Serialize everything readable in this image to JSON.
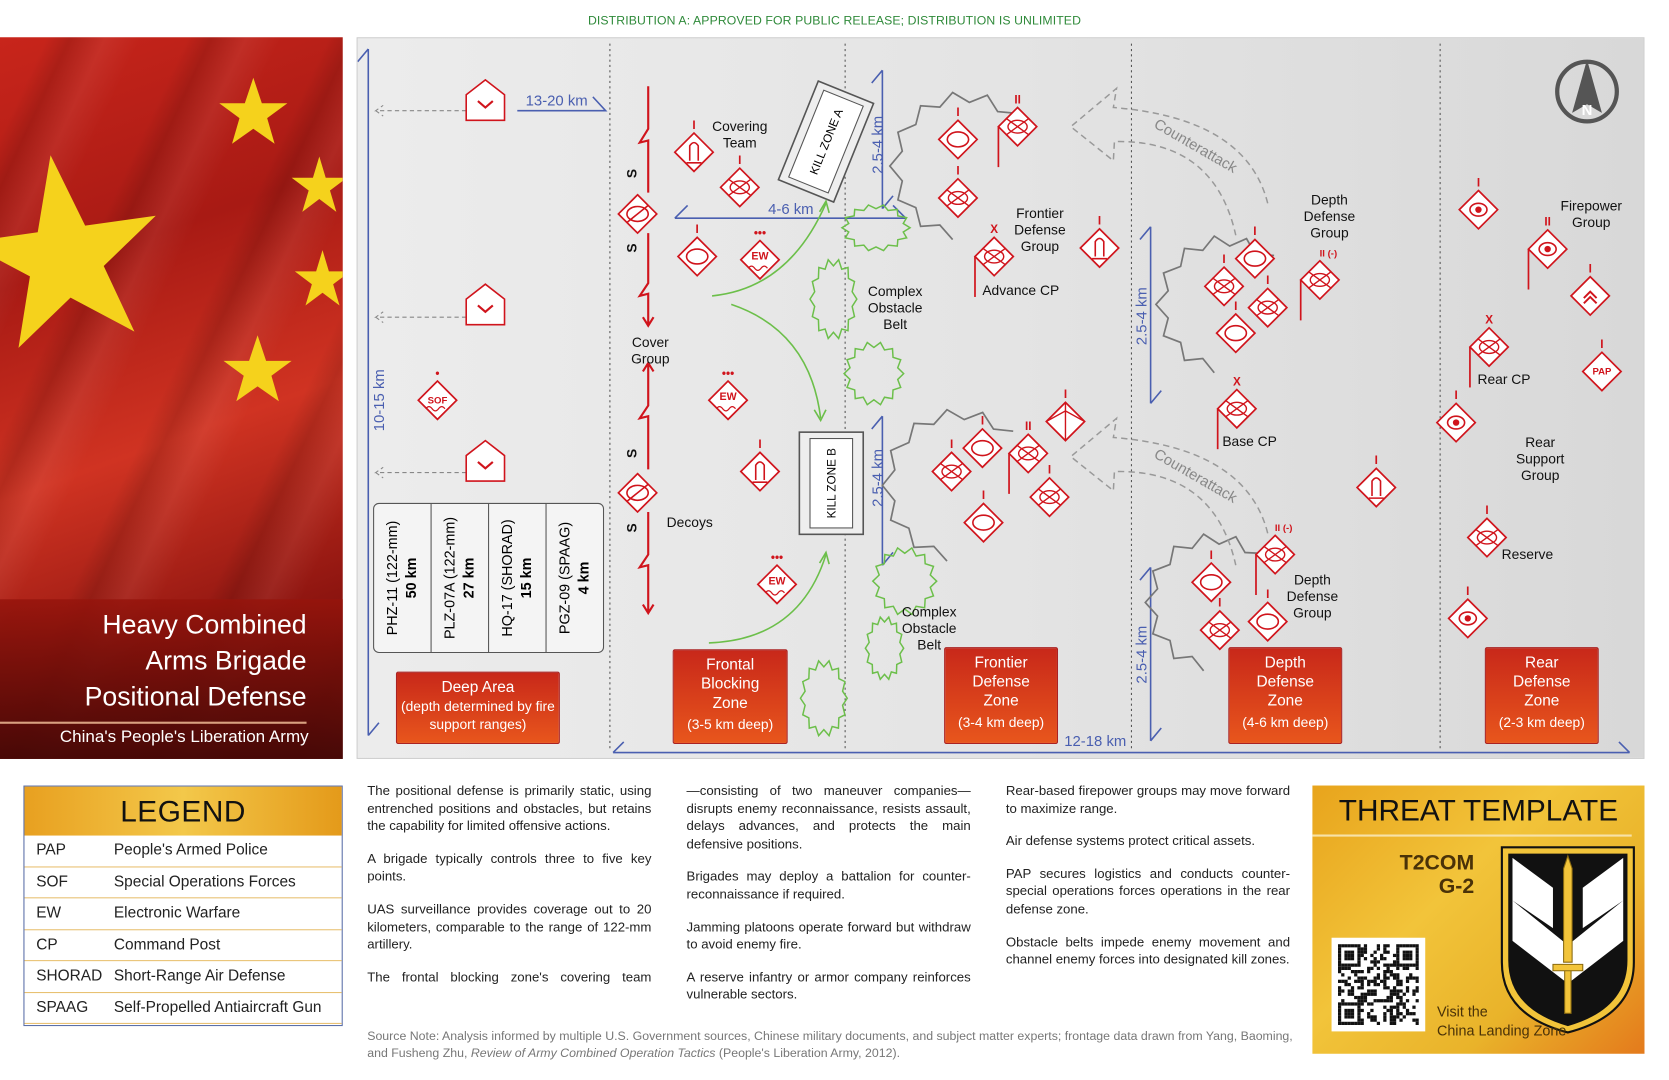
{
  "distribution": "DISTRIBUTION A: APPROVED FOR PUBLIC RELEASE; DISTRIBUTION IS UNLIMITED",
  "title": {
    "line1": "Heavy Combined",
    "line2": "Arms Brigade",
    "line3": "Positional Defense",
    "subtitle": "China's People's Liberation Army"
  },
  "map": {
    "dimensions": {
      "deep_range": "13-20 km",
      "deep_depth": "10-15 km",
      "frontal_width": "4-6 km",
      "frontier_a": "2.5-4 km",
      "frontier_b": "2.5-4 km",
      "depth_a": "2.5-4 km",
      "depth_b": "2.5-4 km",
      "total": "12-18 km"
    },
    "weapons": [
      {
        "name": "PHZ-11 (122-mm)",
        "range": "50 km"
      },
      {
        "name": "PLZ-07A (122-mm)",
        "range": "27 km"
      },
      {
        "name": "HQ-17 (SHORAD)",
        "range": "15 km"
      },
      {
        "name": "PGZ-09 (SPAAG)",
        "range": "4 km"
      }
    ],
    "zones": [
      {
        "name": "Deep Area",
        "depth": "(depth determined by fire support ranges)"
      },
      {
        "name": "Frontal Blocking Zone",
        "depth": "(3-5 km deep)"
      },
      {
        "name": "Frontier Defense Zone",
        "depth": "(3-4 km deep)"
      },
      {
        "name": "Depth Defense Zone",
        "depth": "(4-6 km deep)"
      },
      {
        "name": "Rear Defense Zone",
        "depth": "(2-3 km deep)"
      }
    ],
    "labels": {
      "covering_team": "Covering Team",
      "cover_group": "Cover Group",
      "decoys": "Decoys",
      "kill_zone_a": "KILL ZONE A",
      "kill_zone_b": "KILL ZONE B",
      "obstacle_a": "Complex Obstacle Belt",
      "obstacle_b": "Complex Obstacle Belt",
      "frontier_group": "Frontier Defense Group",
      "advance_cp": "Advance CP",
      "counterattack_a": "Counterattack",
      "counterattack_b": "Counterattack",
      "depth_group_a": "Depth Defense Group",
      "depth_group_b": "Depth Defense Group",
      "base_cp": "Base CP",
      "firepower_group": "Firepower Group",
      "rear_cp": "Rear CP",
      "rear_support": "Rear Support Group",
      "reserve": "Reserve",
      "screen_mark": "S",
      "north": "N"
    },
    "symbols": [
      {
        "type": "uas",
        "ech": ""
      },
      {
        "type": "uas",
        "ech": ""
      },
      {
        "type": "uas",
        "ech": ""
      },
      {
        "type": "sof",
        "ech": "•",
        "txt": "SOF"
      },
      {
        "type": "ad",
        "ech": "I"
      },
      {
        "type": "x",
        "ech": "I"
      },
      {
        "type": "recon",
        "ech": ""
      },
      {
        "type": "oval",
        "ech": "I"
      },
      {
        "type": "ew",
        "ech": "•••",
        "txt": "EW"
      },
      {
        "type": "ew",
        "ech": "•••",
        "txt": "EW"
      },
      {
        "type": "ad",
        "ech": "I"
      },
      {
        "type": "recon",
        "ech": ""
      },
      {
        "type": "ew",
        "ech": "•••",
        "txt": "EW"
      },
      {
        "type": "oval",
        "ech": "I"
      },
      {
        "type": "x",
        "ech": "II",
        "flag": true
      },
      {
        "type": "x",
        "ech": "I"
      },
      {
        "type": "x",
        "ech": "X",
        "flag": true
      },
      {
        "type": "ad",
        "ech": "I"
      },
      {
        "type": "oval",
        "ech": "I"
      },
      {
        "type": "x",
        "ech": "I"
      },
      {
        "type": "x",
        "ech": "II",
        "flag": true
      },
      {
        "type": "tri",
        "ech": "I"
      },
      {
        "type": "x",
        "ech": "I"
      },
      {
        "type": "oval",
        "ech": "I"
      },
      {
        "type": "oval",
        "ech": "I"
      },
      {
        "type": "x",
        "ech": "I"
      },
      {
        "type": "x",
        "ech": "I"
      },
      {
        "type": "oval",
        "ech": "I"
      },
      {
        "type": "x",
        "ech": "II (-)",
        "flag": true
      },
      {
        "type": "x",
        "ech": "X",
        "flag": true
      },
      {
        "type": "ad",
        "ech": "I"
      },
      {
        "type": "x",
        "ech": "II (-)",
        "flag": true
      },
      {
        "type": "oval",
        "ech": "I"
      },
      {
        "type": "x",
        "ech": "I"
      },
      {
        "type": "oval",
        "ech": "I"
      },
      {
        "type": "dot",
        "ech": "I"
      },
      {
        "type": "dot",
        "ech": "II",
        "flag": true
      },
      {
        "type": "chev",
        "ech": "I"
      },
      {
        "type": "x",
        "ech": "X",
        "flag": true
      },
      {
        "type": "pap",
        "ech": "I",
        "txt": "PAP"
      },
      {
        "type": "dot",
        "ech": "I"
      },
      {
        "type": "x",
        "ech": "I"
      },
      {
        "type": "dot",
        "ech": "I"
      }
    ]
  },
  "legend": {
    "title": "LEGEND",
    "items": [
      {
        "abbr": "PAP",
        "full": "People's Armed Police"
      },
      {
        "abbr": "SOF",
        "full": "Special Operations Forces"
      },
      {
        "abbr": "EW",
        "full": "Electronic Warfare"
      },
      {
        "abbr": "CP",
        "full": "Command Post"
      },
      {
        "abbr": "SHORAD",
        "full": "Short-Range Air Defense"
      },
      {
        "abbr": "SPAAG",
        "full": "Self-Propelled Antiaircraft Gun"
      }
    ]
  },
  "text": {
    "col1": [
      "The positional defense is primarily static, using entrenched positions and obstacles, but retains the capability for limited offensive actions.",
      "A brigade typically controls three to five key points.",
      "UAS surveillance provides coverage out to 20 kilometers, comparable to the range of 122-mm artillery.",
      "The frontal blocking zone's covering team"
    ],
    "col2": [
      "—consisting of two maneuver companies—disrupts enemy reconnaissance, resists assault, delays advances, and protects the main defensive positions.",
      "Brigades may deploy a battalion for counter-reconnaissance if required.",
      "Jamming platoons operate forward but withdraw to avoid enemy fire.",
      "A reserve infantry or armor company reinforces vulnerable sectors."
    ],
    "col3": [
      "Rear-based firepower groups may move forward to maximize range.",
      "Air defense systems protect critical assets.",
      "PAP secures logistics and conducts counter-special operations forces operations in the rear defense zone.",
      "Obstacle belts impede enemy movement and channel enemy forces into designated kill zones."
    ],
    "source_a": "Source Note: Analysis informed by multiple U.S. Government sources, Chinese military documents, and subject matter experts; frontage data drawn from Yang, Baoming, and Fusheng Zhu, ",
    "source_title": "Review of Army Combined Operation Tactics",
    "source_b": " (People's Liberation Army, 2012)."
  },
  "threat": {
    "title": "THREAT TEMPLATE",
    "org1": "T2COM",
    "org2": "G-2",
    "visit1": "Visit the",
    "visit2": "China Landing Zone"
  },
  "colors": {
    "red": "#d0141c",
    "blue": "#4a5fb0",
    "green": "#6cbf4a",
    "gold": "#f2c43a"
  }
}
